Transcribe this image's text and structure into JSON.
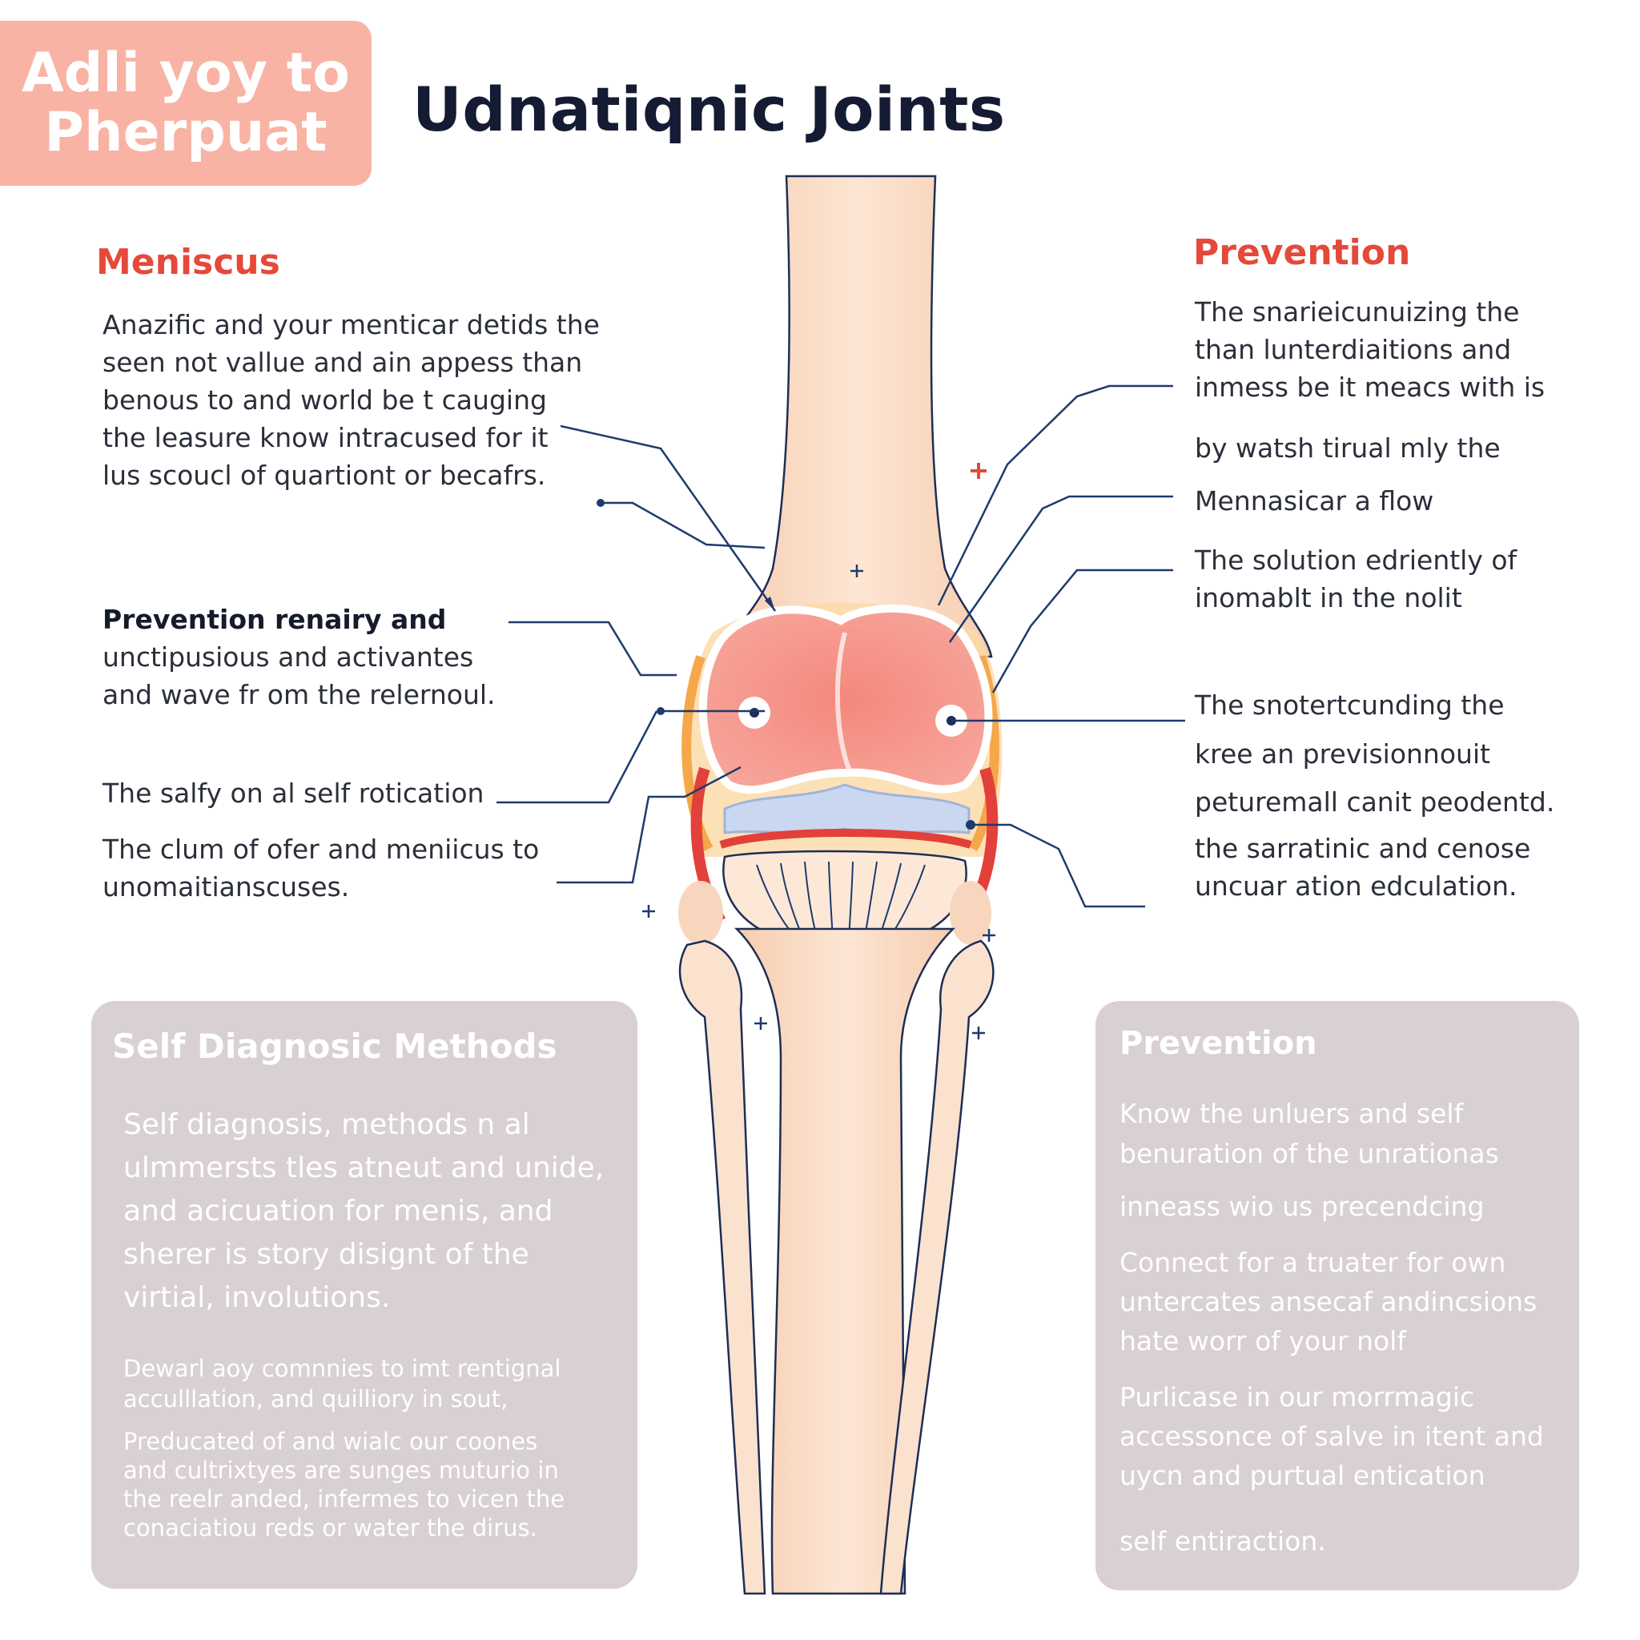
{
  "badge": {
    "lines": [
      "Adli yoy to",
      "Pherpuat"
    ]
  },
  "title": "Udnatiqnic Joints",
  "left": {
    "heading": "Meniscus",
    "paragraph": [
      "Anazific and your menticar detids the",
      "seen not vallue and ain appess than",
      "benous to and world be t cauging",
      "the leasure know  intracused for it",
      "lus scoucl of  quartiont or becafrs."
    ],
    "prevention_heading": "Prevention renairy and",
    "prevention_lines": [
      "unctipusious and activantes",
      "and wave fr om the relernoul."
    ],
    "line_a": "The salfy on al self rotication",
    "line_b": [
      "The clum of ofer and meniicus to",
      "unomaitianscuses."
    ]
  },
  "right": {
    "heading": "Prevention",
    "group1": [
      "The snarieicunuizing the",
      "than lunterdiaitions and",
      "inmess be it meacs with is"
    ],
    "line2": "by watsh tirual mly the",
    "line3": "Mennasicar a flow",
    "group4": [
      "The solution edriently of",
      "inomablt in the nolit"
    ],
    "line5": "The snotertcunding the",
    "line6": "kree an previsionnouit",
    "line7": "peturemall canit peodentd.",
    "group8": [
      "the sarratinic and cenose",
      "uncuar ation edculation."
    ]
  },
  "card_left": {
    "title": "Self Diagnosic Methods",
    "body": [
      "Self diagnosis, methods n al",
      "ulmmersts tles atneut and unide,",
      "and acicuation for  menis, and",
      "sherer is story disignt of the",
      "virtial, involutions."
    ],
    "small1": [
      "Dewarl aoy comnnies to imt rentignal",
      "acculllation, and quilliory in sout,"
    ],
    "small2": [
      "Preducated of and wialc our coones",
      "and cultrixtyes are sunges muturio in",
      "the reelr anded, infermes to vicen the",
      "conaciatiou reds or water the dirus."
    ]
  },
  "card_right": {
    "title": "Prevention",
    "group1": [
      "Know  the unluers and self",
      "benuration of the unrationas"
    ],
    "line2": "inneass wio us precendcing",
    "group3": [
      "Connect for a truater for own",
      "untercates ansecaf andincsions",
      "hate worr of your nolf"
    ],
    "group4": [
      "Purlicase in our morrmagic",
      "accessonce of salve in itent and",
      "uycn and purtual entication"
    ],
    "line5": "self entiraction."
  },
  "colors": {
    "badge": "#f8b3a4",
    "accent_red": "#e5493a",
    "bone": "#fbe0cc",
    "bone_outline": "#1e2e55",
    "cartilage": "#f17a70",
    "card": "#d8d0d4",
    "leader": "#1e3a6e"
  }
}
